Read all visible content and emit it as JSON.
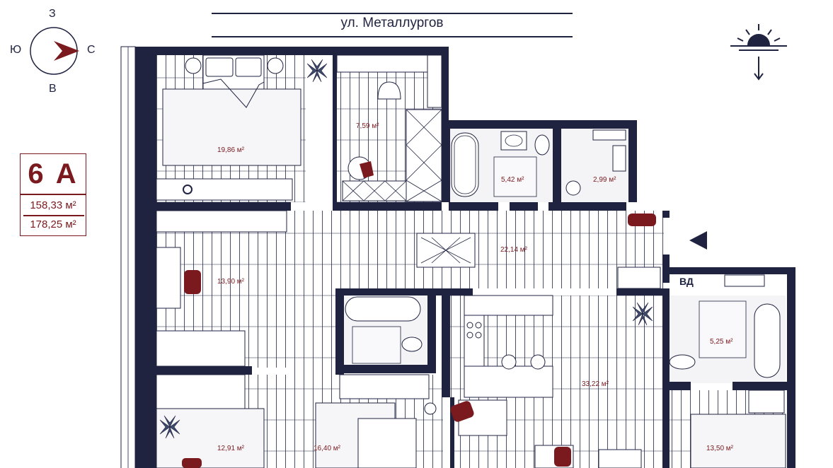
{
  "street": "ул. Металлургов",
  "compass": {
    "north": "З",
    "west": "Ю",
    "east": "С",
    "south": "В"
  },
  "unit": {
    "name": "6 А",
    "area_living": "158,33 м²",
    "area_total": "178,25 м²"
  },
  "rooms": [
    {
      "id": "bedroom-master",
      "area": "19,86 м²"
    },
    {
      "id": "wardrobe",
      "area": "7,59 м²"
    },
    {
      "id": "bathroom-1",
      "area": "5,42 м²"
    },
    {
      "id": "wc-1",
      "area": "2,99 м²"
    },
    {
      "id": "hall",
      "area": "22,14 м²"
    },
    {
      "id": "study",
      "area": "13,90 м²"
    },
    {
      "id": "kitchen-living",
      "area": "33,22 м²"
    },
    {
      "id": "bathroom-2",
      "area": "5,25 м²"
    },
    {
      "id": "bedroom-2",
      "area": "12,91 м²"
    },
    {
      "id": "bedroom-3",
      "area": "16,40 м²"
    },
    {
      "id": "bedroom-4",
      "area": "13,50 м²"
    }
  ],
  "labels": {
    "shaft": "ВД"
  },
  "colors": {
    "wall": "#1f2340",
    "accent": "#7a1a1f",
    "floor_line": "#1f2340"
  },
  "icons": [
    "compass-icon",
    "sunrise-icon",
    "entrance-arrow-icon"
  ]
}
